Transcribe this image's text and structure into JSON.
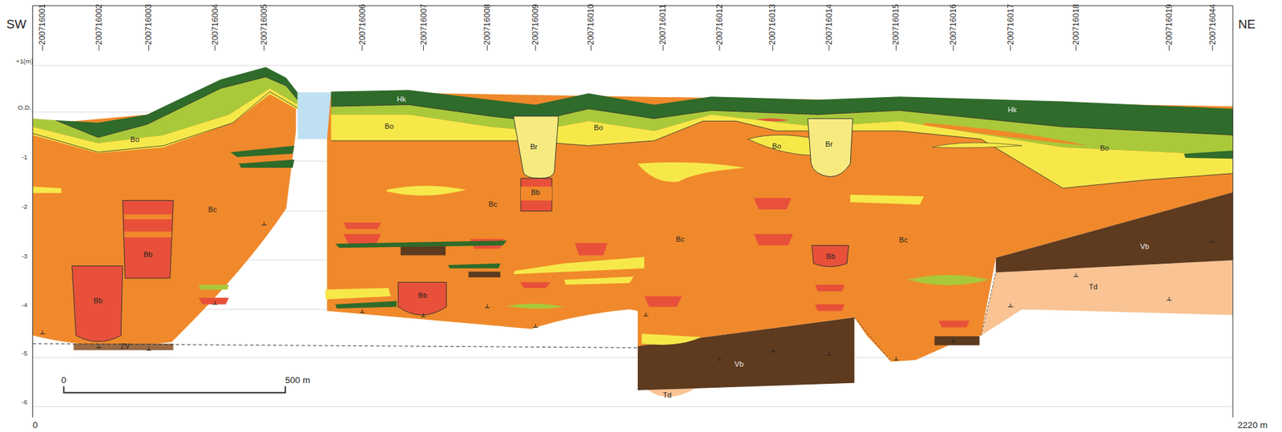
{
  "diagram": {
    "labels": [
      "SW",
      "NE",
      "200716001",
      "200716002",
      "200716003",
      "200716004",
      "200716005",
      "200716006",
      "200716007",
      "200716008",
      "200716009",
      "200716010",
      "200716011",
      "200716012",
      "200716013",
      "200716014",
      "200716015",
      "200716016",
      "200716017",
      "200716018",
      "200716019",
      "200716044",
      "+1(m)",
      "O.D.",
      "-1",
      "-2",
      "-3",
      "-4",
      "-5",
      "-6",
      "0",
      "2220 m",
      "0",
      "500 m",
      "Hk",
      "Hk",
      "Bo",
      "Bo",
      "Bo",
      "Bo",
      "Bo",
      "Br",
      "Br",
      "Bb",
      "Bb",
      "Bb",
      "Bb",
      "Bb",
      "Bc",
      "Bc",
      "Bc",
      "Bc",
      "Vb",
      "Vb",
      "Td",
      "Td",
      "ZV"
    ]
  }
}
